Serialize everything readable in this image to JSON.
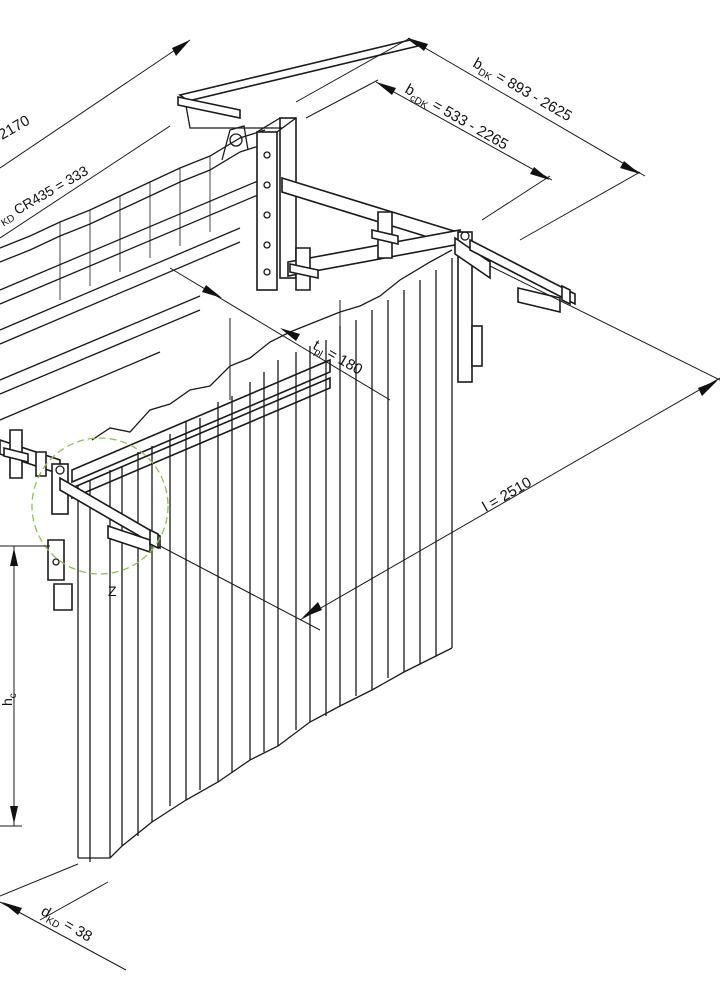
{
  "dimensions": {
    "bdk": {
      "sym": "b",
      "sub": "DK",
      "val": " = 893 - 2625"
    },
    "bcdk": {
      "sym": "b",
      "sub": "cDK",
      "val": " = 533 - 2265"
    },
    "width": {
      "val": "2170"
    },
    "kd": {
      "sym": "KD",
      "val": " CR435 = 333"
    },
    "tpl": {
      "sym": "t",
      "sub": "pl",
      "val": " = 180"
    },
    "length": {
      "val": "l = 2510"
    },
    "hc": {
      "sym": "h",
      "sub": "c"
    },
    "dkd": {
      "sym": "d",
      "sub": "KD",
      "val": " = 38"
    }
  },
  "detail_label": "Z"
}
